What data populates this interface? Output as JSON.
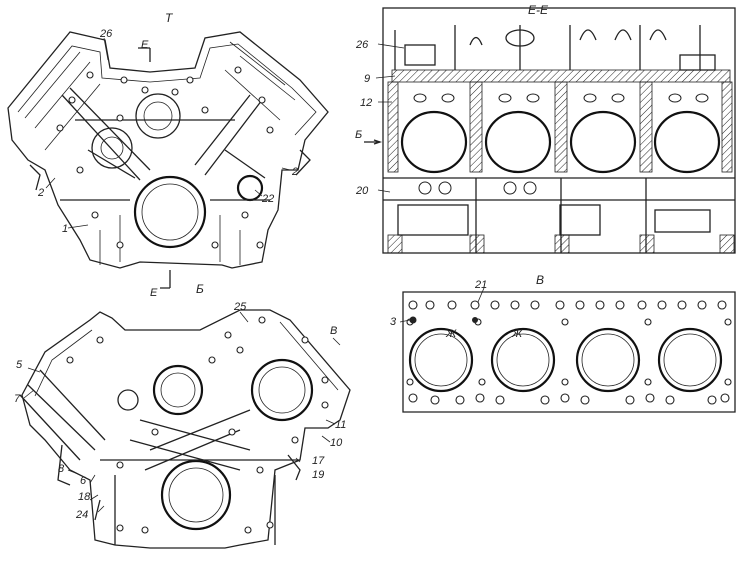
{
  "views": {
    "front": {
      "title": "Т",
      "section_marker_top": "E",
      "section_marker_bottom": "E"
    },
    "rear": {
      "title": "Б"
    },
    "section": {
      "title": "E-E"
    },
    "deck": {
      "title": "В"
    }
  },
  "callouts": {
    "front": [
      "26",
      "2",
      "2",
      "22",
      "1"
    ],
    "section": [
      "26",
      "9",
      "12",
      "Б",
      "20"
    ],
    "rear": [
      "25",
      "В",
      "5",
      "7",
      "11",
      "10",
      "8",
      "6",
      "17",
      "19",
      "18",
      "24"
    ],
    "deck": [
      "21",
      "3",
      "Ж",
      "Ж"
    ]
  }
}
